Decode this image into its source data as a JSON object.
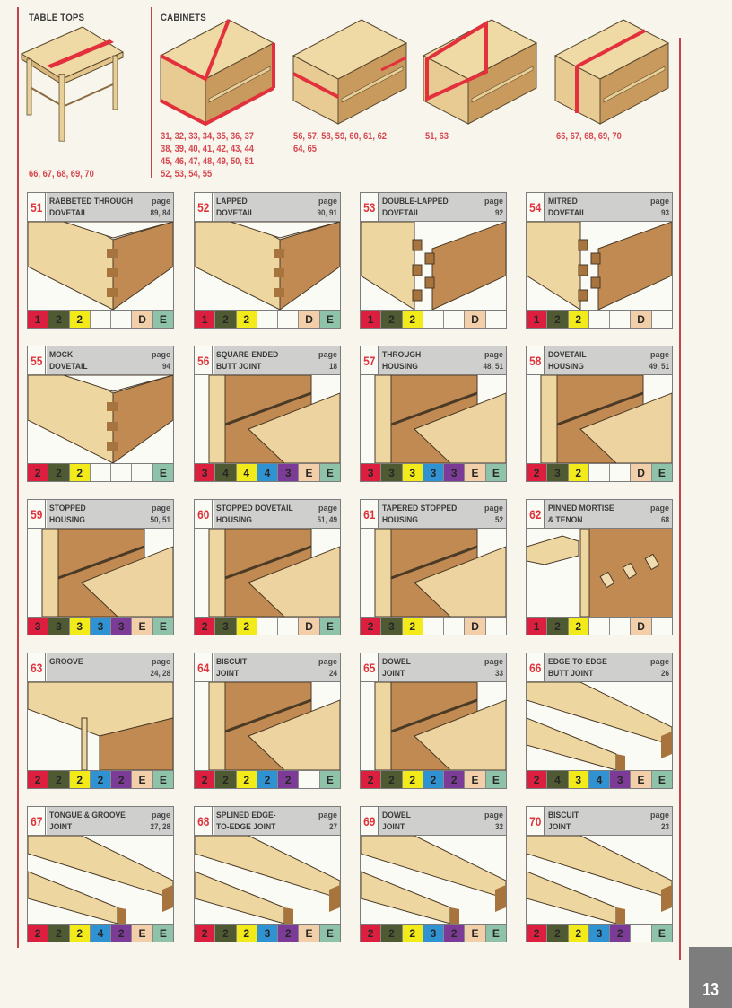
{
  "header": {
    "table_tops": {
      "title": "TABLE TOPS",
      "refs": "66, 67, 68, 69, 70"
    },
    "cabinets": {
      "title": "CABINETS",
      "groups": [
        {
          "refs": "31, 32, 33, 34, 35, 36, 37\n38, 39, 40, 41, 42, 43, 44\n45, 46, 47, 48, 49, 50, 51\n52, 53, 54, 55"
        },
        {
          "refs": "56, 57, 58, 59, 60, 61, 62\n64, 65"
        },
        {
          "refs": "51, 63"
        },
        {
          "refs": "66, 67, 68, 69, 70"
        }
      ]
    }
  },
  "rating_colors": {
    "c1": "#dd1f3f",
    "c2": "#4f5a32",
    "c3": "#f3ea19",
    "c4": "#2f93d3",
    "c5": "#7c3b96",
    "c6": "#f2cfa8",
    "c7": "#8fc3a9"
  },
  "joints": [
    {
      "num": "51",
      "title": "RABBETED THROUGH\nDOVETAIL",
      "page_label": "page",
      "pages": "89, 84",
      "ratings": [
        "1",
        "2",
        "2",
        "",
        "",
        "D",
        "E"
      ]
    },
    {
      "num": "52",
      "title": "LAPPED\nDOVETAIL",
      "page_label": "page",
      "pages": "90, 91",
      "ratings": [
        "1",
        "2",
        "2",
        "",
        "",
        "D",
        "E"
      ]
    },
    {
      "num": "53",
      "title": "DOUBLE-LAPPED\nDOVETAIL",
      "page_label": "page",
      "pages": "92",
      "ratings": [
        "1",
        "2",
        "2",
        "",
        "",
        "D",
        ""
      ]
    },
    {
      "num": "54",
      "title": "MITRED\nDOVETAIL",
      "page_label": "page",
      "pages": "93",
      "ratings": [
        "1",
        "2",
        "2",
        "",
        "",
        "D",
        ""
      ]
    },
    {
      "num": "55",
      "title": "MOCK\nDOVETAIL",
      "page_label": "page",
      "pages": "94",
      "ratings": [
        "2",
        "2",
        "2",
        "",
        "",
        "",
        "E"
      ]
    },
    {
      "num": "56",
      "title": "SQUARE-ENDED\nBUTT JOINT",
      "page_label": "page",
      "pages": "18",
      "ratings": [
        "3",
        "4",
        "4",
        "4",
        "3",
        "E",
        "E"
      ]
    },
    {
      "num": "57",
      "title": "THROUGH\nHOUSING",
      "page_label": "page",
      "pages": "48, 51",
      "ratings": [
        "3",
        "3",
        "3",
        "3",
        "3",
        "E",
        "E"
      ]
    },
    {
      "num": "58",
      "title": "DOVETAIL\nHOUSING",
      "page_label": "page",
      "pages": "49, 51",
      "ratings": [
        "2",
        "3",
        "2",
        "",
        "",
        "D",
        "E"
      ]
    },
    {
      "num": "59",
      "title": "STOPPED\nHOUSING",
      "page_label": "page",
      "pages": "50, 51",
      "ratings": [
        "3",
        "3",
        "3",
        "3",
        "3",
        "E",
        "E"
      ]
    },
    {
      "num": "60",
      "title": "STOPPED DOVETAIL\nHOUSING",
      "page_label": "page",
      "pages": "51, 49",
      "ratings": [
        "2",
        "3",
        "2",
        "",
        "",
        "D",
        "E"
      ]
    },
    {
      "num": "61",
      "title": "TAPERED STOPPED\nHOUSING",
      "page_label": "page",
      "pages": "52",
      "ratings": [
        "2",
        "3",
        "2",
        "",
        "",
        "D",
        ""
      ]
    },
    {
      "num": "62",
      "title": "PINNED MORTISE\n& TENON",
      "page_label": "page",
      "pages": "68",
      "ratings": [
        "1",
        "2",
        "2",
        "",
        "",
        "D",
        ""
      ]
    },
    {
      "num": "63",
      "title": "GROOVE",
      "page_label": "page",
      "pages": "24, 28",
      "ratings": [
        "2",
        "2",
        "2",
        "2",
        "2",
        "E",
        "E"
      ]
    },
    {
      "num": "64",
      "title": "BISCUIT\nJOINT",
      "page_label": "page",
      "pages": "24",
      "ratings": [
        "2",
        "2",
        "2",
        "2",
        "2",
        "",
        "E"
      ]
    },
    {
      "num": "65",
      "title": "DOWEL\nJOINT",
      "page_label": "page",
      "pages": "33",
      "ratings": [
        "2",
        "2",
        "2",
        "2",
        "2",
        "E",
        "E"
      ]
    },
    {
      "num": "66",
      "title": "EDGE-TO-EDGE\nBUTT JOINT",
      "page_label": "page",
      "pages": "26",
      "ratings": [
        "2",
        "4",
        "3",
        "4",
        "3",
        "E",
        "E"
      ]
    },
    {
      "num": "67",
      "title": "TONGUE & GROOVE\nJOINT",
      "page_label": "page",
      "pages": "27, 28",
      "ratings": [
        "2",
        "2",
        "2",
        "4",
        "2",
        "E",
        "E"
      ]
    },
    {
      "num": "68",
      "title": "SPLINED EDGE-\nTO-EDGE JOINT",
      "page_label": "page",
      "pages": "27",
      "ratings": [
        "2",
        "2",
        "2",
        "3",
        "2",
        "E",
        "E"
      ]
    },
    {
      "num": "69",
      "title": "DOWEL\nJOINT",
      "page_label": "page",
      "pages": "32",
      "ratings": [
        "2",
        "2",
        "2",
        "3",
        "2",
        "E",
        "E"
      ]
    },
    {
      "num": "70",
      "title": "BISCUIT\nJOINT",
      "page_label": "page",
      "pages": "23",
      "ratings": [
        "2",
        "2",
        "2",
        "3",
        "2",
        "",
        "E"
      ]
    }
  ],
  "footer": {
    "page_number": "13"
  }
}
